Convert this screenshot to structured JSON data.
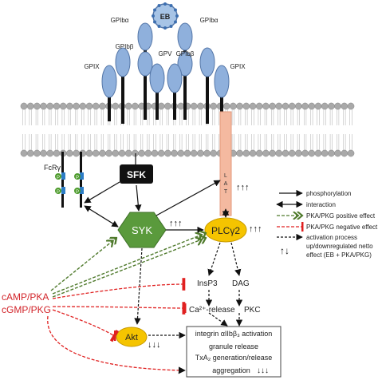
{
  "receptor": {
    "eb_label": "EB",
    "gpib_alpha_left": "GPIbα",
    "gpib_alpha_right": "GPIbα",
    "gpib_beta_left": "GPIbβ",
    "gpib_beta_right": "GPIbβ",
    "gpix_left": "GPIX",
    "gpix_right": "GPIX",
    "gpv": "GPV"
  },
  "membrane": {
    "fcr_label": "FcRγ",
    "itam_p": "P",
    "lat_letters": [
      "L",
      "A",
      "T"
    ]
  },
  "nodes": {
    "sfk": "SFK",
    "syk": "SYK",
    "plcg2": "PLCγ2",
    "akt": "Akt",
    "insp3": "InsP3",
    "dag": "DAG",
    "ca_release": "Ca²⁺-release",
    "pkc": "PKC"
  },
  "regulators": {
    "camp_pka": "cAMP/PKA",
    "cgmp_pkg": "cGMP/PKG"
  },
  "effects": {
    "line1": "integrin αIIbβ₃ activation",
    "line2": "granule release",
    "line3": "TxA₂ generation/release",
    "line4": "aggregation"
  },
  "legend": {
    "phosphorylation": "phosphorylation",
    "interaction": "interaction",
    "positive": "PKA/PKG positive effect",
    "negative1": "PKA/PKG negative effect",
    "activation": "activation process",
    "netto1": "up/downregulated netto",
    "netto2": "effect (EB + PKA/PKG)"
  },
  "colors": {
    "receptor_fill": "#8fb0dc",
    "membrane_head": "#a9a9a9",
    "sfk_fill": "#111111",
    "syk_fill": "#5a9a3c",
    "plc_fill": "#f5c400",
    "lat_fill": "#f4b9a0",
    "itam_fill": "#2d7dc6",
    "p_fill": "#4c9a2a",
    "positive": "#4f7a2c",
    "negative": "#e02020",
    "regulator_text": "#d2242a"
  }
}
